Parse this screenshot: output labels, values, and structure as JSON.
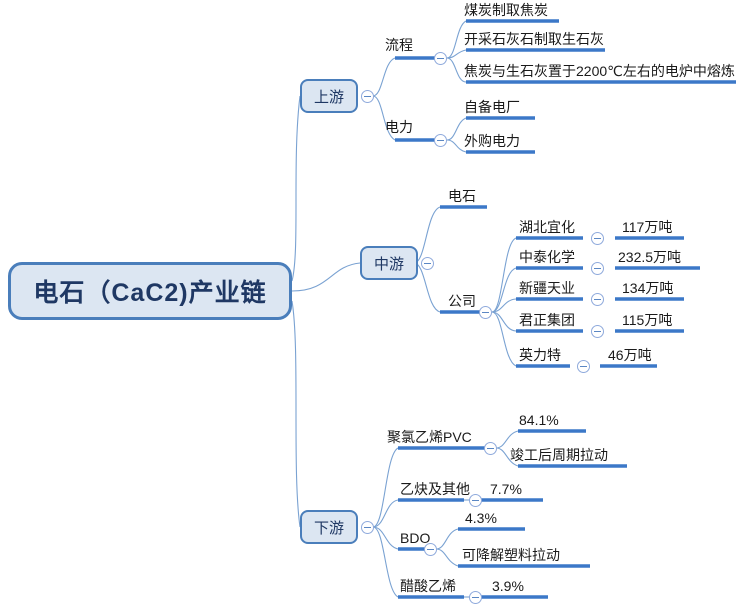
{
  "diagram": {
    "title": "电石（CaC2)产业链",
    "type": "mindmap",
    "colors": {
      "node_border": "#4a7ebb",
      "node_fill": "#dce6f2",
      "node_text": "#1f3864",
      "underline": "#3c78c8",
      "connector": "#7aa2d2",
      "background": "#ffffff"
    },
    "toggle_icon": "collapse-minus-icon"
  },
  "root": {
    "label": "电石（CaC2)产业链"
  },
  "branches": [
    {
      "id": "upstream",
      "label": "上游",
      "children": [
        {
          "id": "process",
          "label": "流程",
          "children": [
            {
              "label": "煤炭制取焦炭"
            },
            {
              "label": "开采石灰石制取生石灰"
            },
            {
              "label": "焦炭与生石灰置于2200℃左右的电炉中熔炼"
            }
          ]
        },
        {
          "id": "power",
          "label": "电力",
          "children": [
            {
              "label": "自备电厂"
            },
            {
              "label": "外购电力"
            }
          ]
        }
      ]
    },
    {
      "id": "midstream",
      "label": "中游",
      "children": [
        {
          "id": "calcium-carbide",
          "label": "电石",
          "children": []
        },
        {
          "id": "companies",
          "label": "公司",
          "children": [
            {
              "label": "湖北宜化",
              "value": "117万吨"
            },
            {
              "label": "中泰化学",
              "value": "232.5万吨"
            },
            {
              "label": "新疆天业",
              "value": "134万吨"
            },
            {
              "label": "君正集团",
              "value": "115万吨"
            },
            {
              "label": "英力特",
              "value": "46万吨"
            }
          ]
        }
      ]
    },
    {
      "id": "downstream",
      "label": "下游",
      "children": [
        {
          "id": "pvc",
          "label": "聚氯乙烯PVC",
          "children": [
            {
              "label": "84.1%"
            },
            {
              "label": "竣工后周期拉动"
            }
          ]
        },
        {
          "id": "acetylene",
          "label": "乙炔及其他",
          "children": [
            {
              "label": "7.7%"
            }
          ]
        },
        {
          "id": "bdo",
          "label": "BDO",
          "children": [
            {
              "label": "4.3%"
            },
            {
              "label": "可降解塑料拉动"
            }
          ]
        },
        {
          "id": "vinyl-acetate",
          "label": "醋酸乙烯",
          "children": [
            {
              "label": "3.9%"
            }
          ]
        }
      ]
    }
  ],
  "labels": {
    "upstream_process": "流程",
    "upstream_power": "电力",
    "mid_carbide": "电石",
    "mid_companies": "公司",
    "up_1": "煤炭制取焦炭",
    "up_2": "开采石灰石制取生石灰",
    "up_3": "焦炭与生石灰置于2200℃左右的电炉中熔炼",
    "up_4": "自备电厂",
    "up_5": "外购电力",
    "co_1_name": "湖北宜化",
    "co_1_val": "117万吨",
    "co_2_name": "中泰化学",
    "co_2_val": "232.5万吨",
    "co_3_name": "新疆天业",
    "co_3_val": "134万吨",
    "co_4_name": "君正集团",
    "co_4_val": "115万吨",
    "co_5_name": "英力特",
    "co_5_val": "46万吨",
    "dn_pvc": "聚氯乙烯PVC",
    "dn_pvc_pct": "84.1%",
    "dn_pvc_note": "竣工后周期拉动",
    "dn_acet": "乙炔及其他",
    "dn_acet_pct": "7.7%",
    "dn_bdo": "BDO",
    "dn_bdo_pct": "4.3%",
    "dn_bdo_note": "可降解塑料拉动",
    "dn_va": "醋酸乙烯",
    "dn_va_pct": "3.9%"
  }
}
